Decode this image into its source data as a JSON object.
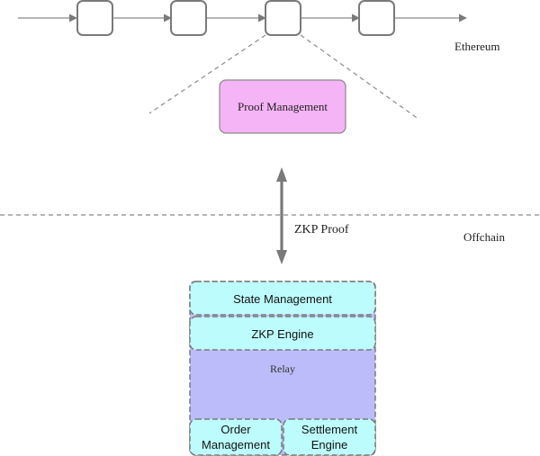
{
  "layers": {
    "ethereum_label": "Ethereum",
    "offchain_label": "Offchain"
  },
  "proof_management": {
    "label": "Proof Management",
    "fill": "#f5b4f5"
  },
  "arrow": {
    "label": "ZKP Proof"
  },
  "offchain_stack": {
    "state_management": "State Management",
    "zkp_engine": "ZKP Engine",
    "relay": "Relay",
    "order_management": [
      "Order",
      "Management"
    ],
    "settlement_engine": [
      "Settlement",
      "Engine"
    ]
  },
  "colors": {
    "cyan_fill": "#bdfcfc",
    "relay_fill": "#bcbcfa",
    "line_gray": "#7a7a7a"
  }
}
